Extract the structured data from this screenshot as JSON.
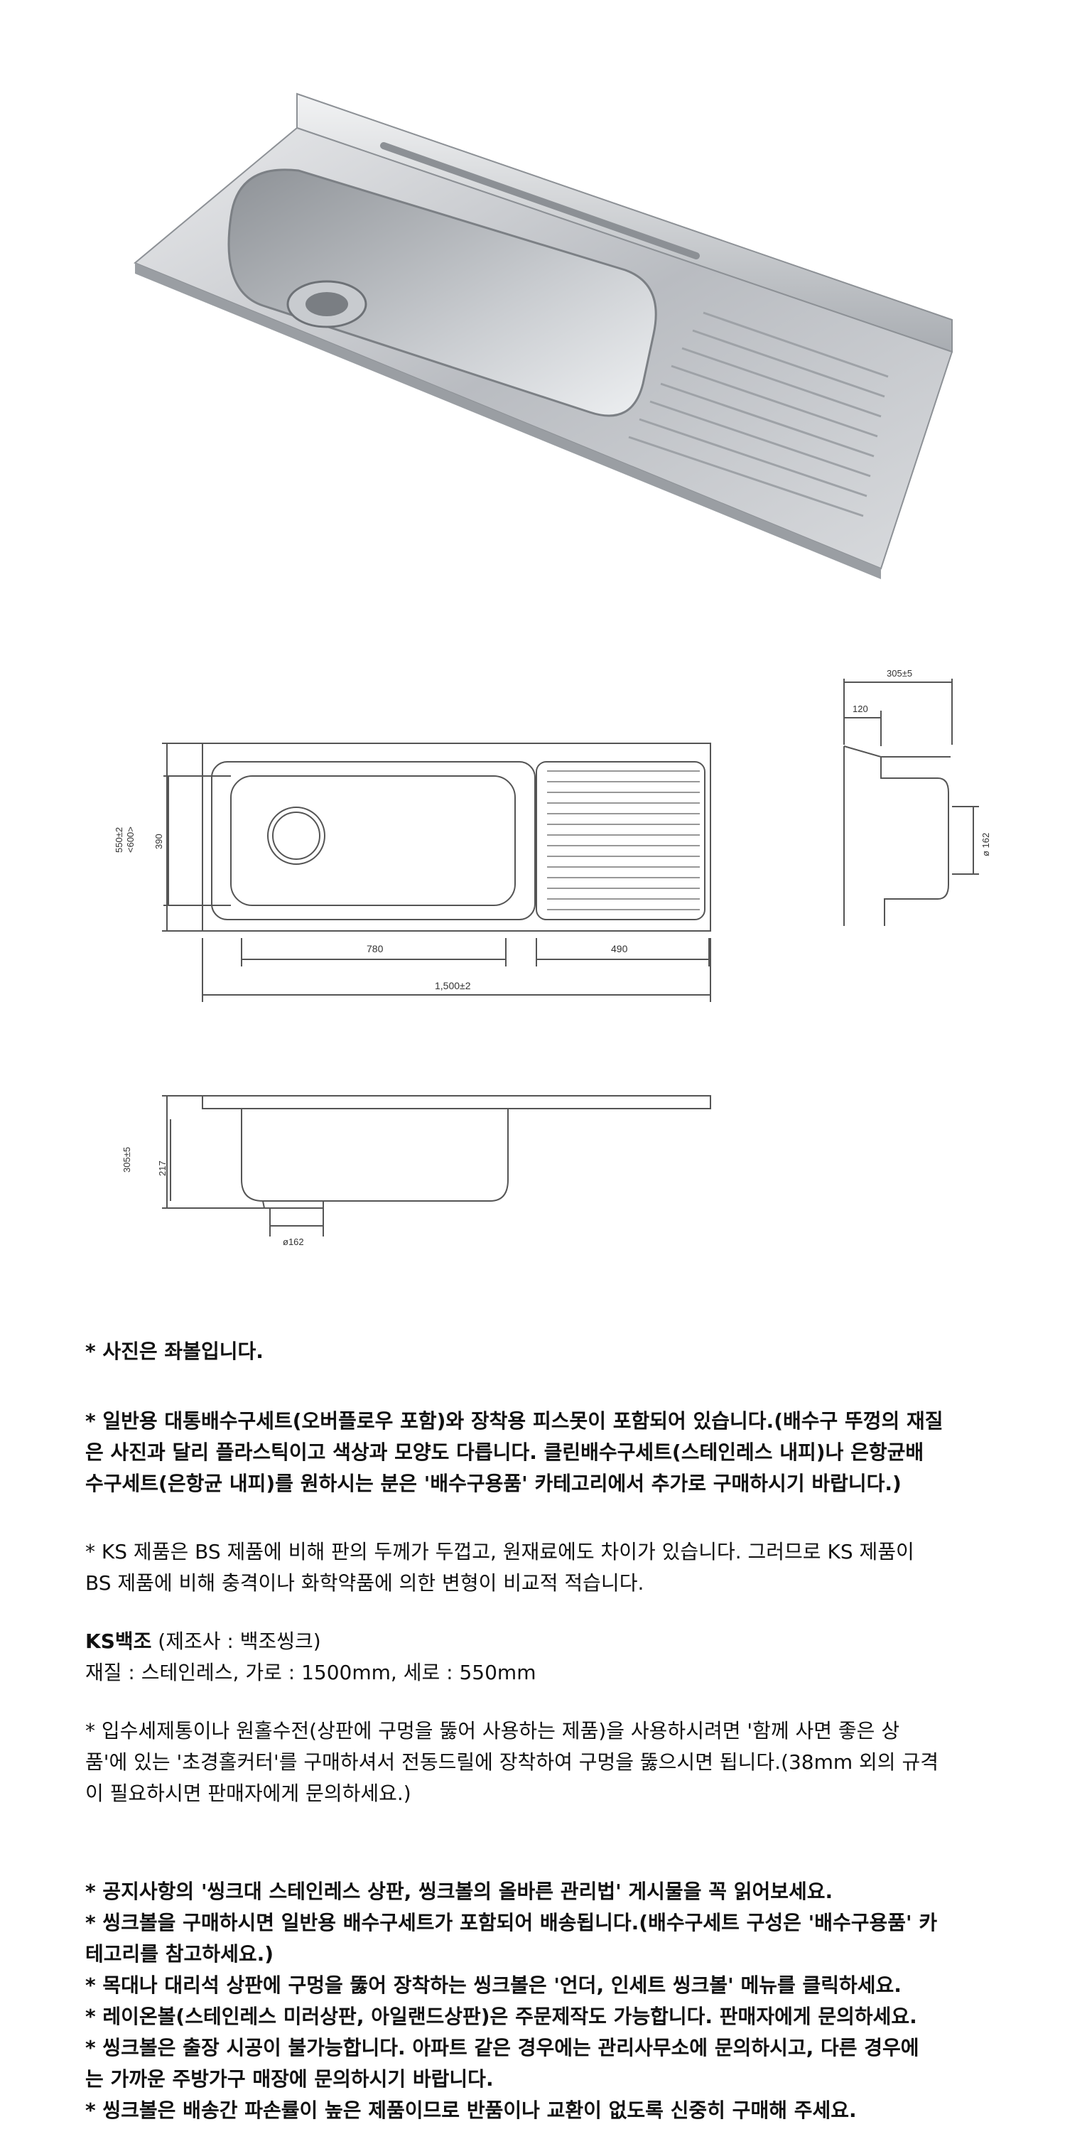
{
  "drawing": {
    "dims": {
      "depth_total": "550±2",
      "depth_outer": "<600>",
      "bowl_depth": "390",
      "bowl_length": "780",
      "drainer_length": "490",
      "total_length": "1,500±2",
      "side_width": "305±5",
      "side_backsplash": "120",
      "drain_dia": "ø 162",
      "height_total": "305±5",
      "bowl_height": "217",
      "drain_dia_front": "ø162"
    }
  },
  "text": {
    "note1": "* 사진은 좌볼입니다.",
    "note2_lines": [
      "* 일반용 대통배수구세트(오버플로우 포함)와 장착용 피스못이 포함되어 있습니다.(배수구 뚜껑의 재질",
      "은 사진과 달리 플라스틱이고 색상과 모양도 다릅니다. 클린배수구세트(스테인레스 내피)나 은항균배",
      "수구세트(은항균 내피)를 원하시는 분은 '배수구용품' 카테고리에서 추가로 구매하시기 바랍니다.)"
    ],
    "note3_lines": [
      "* KS 제품은 BS 제품에 비해 판의 두께가 두껍고, 원재료에도 차이가 있습니다. 그러므로 KS 제품이",
      "BS 제품에 비해 충격이나 화학약품에 의한 변형이 비교적 적습니다."
    ],
    "ks_name": "KS백조",
    "ks_maker": " (제조사 : 백조씽크)",
    "ks_spec": "재질 : 스테인레스, 가로 : 1500mm, 세로 : 550mm",
    "note4_lines": [
      "* 입수세제통이나 원홀수전(상판에 구멍을 뚫어 사용하는 제품)을 사용하시려면 '함께 사면 좋은 상",
      "품'에 있는 '초경홀커터'를 구매하셔서 전동드릴에 장착하여 구멍을 뚫으시면 됩니다.(38mm 외의 규격",
      "이 필요하시면 판매자에게 문의하세요.)"
    ],
    "notice_lines": [
      "* 공지사항의 '씽크대 스테인레스 상판, 씽크볼의 올바른 관리법' 게시물을 꼭 읽어보세요.",
      "* 씽크볼을 구매하시면 일반용 배수구세트가 포함되어 배송됩니다.(배수구세트 구성은 '배수구용품' 카",
      "테고리를 참고하세요.)",
      "* 목대나 대리석 상판에 구멍을 뚫어 장착하는 씽크볼은 '언더, 인세트 씽크볼' 메뉴를 클릭하세요.",
      "* 레이온볼(스테인레스 미러상판, 아일랜드상판)은 주문제작도 가능합니다. 판매자에게 문의하세요.",
      "* 씽크볼은 출장 시공이 불가능합니다. 아파트 같은 경우에는 관리사무소에 문의하시고, 다른 경우에",
      "는 가까운 주방가구 매장에 문의하시기 바랍니다.",
      "* 씽크볼은 배송간 파손률이 높은 제품이므로 반품이나 교환이 없도록 신중히 구매해 주세요."
    ]
  }
}
